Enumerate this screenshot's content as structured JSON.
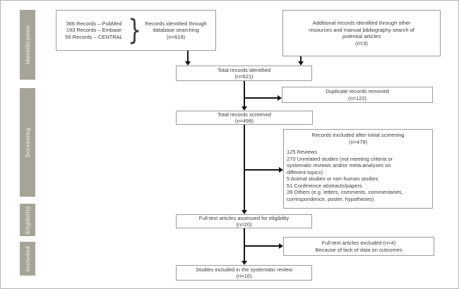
{
  "diagram_type": "prisma-flowchart",
  "colors": {
    "stage_bar": "#a6a399",
    "stage_bar_text": "#e2e1d8",
    "box_border": "#9a9a9a",
    "box_text": "#3b3b3b",
    "arrow": "#141414",
    "background": "#ffffff"
  },
  "sidebar": {
    "identification": "Identification",
    "screening": "Screening",
    "eligibility": "Eligibility",
    "included": "Included"
  },
  "boxes": {
    "db_search": {
      "sources": [
        "366 Records – PubMed",
        "193 Records – Embase",
        "59 Records – CENTRAL"
      ],
      "brace": "}",
      "lines": [
        "Records identified through",
        "database searching",
        "(n=618)"
      ]
    },
    "additional": {
      "lines": [
        "Additional records identified through other",
        "resources and manual bibliography search of",
        "potential articles",
        "(n=3)"
      ]
    },
    "identified": {
      "lines": [
        "Total records identified",
        "(n=621)"
      ]
    },
    "duplicates": {
      "lines": [
        "Duplicate records removed",
        "(n=122)"
      ]
    },
    "screened": {
      "lines": [
        "Total records screened",
        "(n=499)"
      ]
    },
    "excluded": {
      "header": [
        "Records excluded after initial screening",
        "(n=479)"
      ],
      "items": [
        "125 Reviews",
        "270 Unrelated studies (not meeting criteria or",
        "systematic reviews and/or meta-analyses on",
        "different topics)",
        "5 Animal studies or non-human studies",
        "51 Conference abstracts/papers",
        "28 Others (e.g. letters, comments, commentaries,",
        "correspondence, poster, hypotheses)"
      ]
    },
    "fulltext": {
      "lines": [
        "Full-text articles assessed for eligibility",
        "(n=20)"
      ]
    },
    "ft_excluded": {
      "lines": [
        "Full-text articles excluded (n=4)",
        "Because of lack of data on outcomes"
      ]
    },
    "included_box": {
      "lines": [
        "Studies included in the systematic review",
        "(n=16)"
      ]
    }
  }
}
